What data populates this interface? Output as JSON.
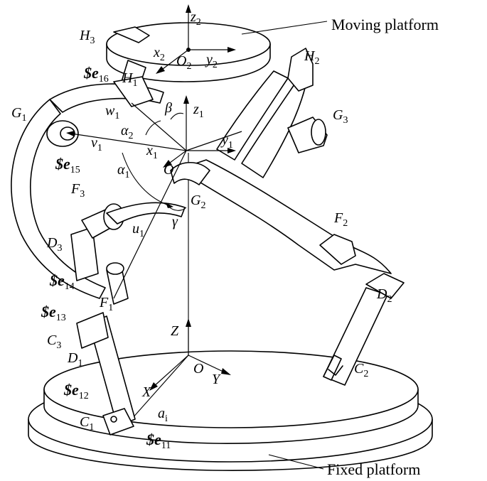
{
  "callouts": {
    "moving_platform": "Moving platform",
    "fixed_platform": "Fixed platform"
  },
  "labels": {
    "H1": {
      "main": "H",
      "sub": "1"
    },
    "H2": {
      "main": "H",
      "sub": "2"
    },
    "H3": {
      "main": "H",
      "sub": "3"
    },
    "G1": {
      "main": "G",
      "sub": "1"
    },
    "G2": {
      "main": "G",
      "sub": "2"
    },
    "G3": {
      "main": "G",
      "sub": "3"
    },
    "F1": {
      "main": "F",
      "sub": "1"
    },
    "F2": {
      "main": "F",
      "sub": "2"
    },
    "F3": {
      "main": "F",
      "sub": "3"
    },
    "D1": {
      "main": "D",
      "sub": "1"
    },
    "D2": {
      "main": "D",
      "sub": "2"
    },
    "D3": {
      "main": "D",
      "sub": "3"
    },
    "C1": {
      "main": "C",
      "sub": "1"
    },
    "C2": {
      "main": "C",
      "sub": "2"
    },
    "C3": {
      "main": "C",
      "sub": "3"
    },
    "O2": {
      "main": "O",
      "sub": "2"
    },
    "O1": {
      "main": "O",
      "sub": ""
    },
    "O": {
      "main": "O",
      "sub": ""
    },
    "x2": {
      "main": "x",
      "sub": "2"
    },
    "y2": {
      "main": "y",
      "sub": "2"
    },
    "z2": {
      "main": "z",
      "sub": "2"
    },
    "x1": {
      "main": "x",
      "sub": "1"
    },
    "y1": {
      "main": "y",
      "sub": "1"
    },
    "z1": {
      "main": "z",
      "sub": "1"
    },
    "v1": {
      "main": "v",
      "sub": "1"
    },
    "w1": {
      "main": "w",
      "sub": "1"
    },
    "u1": {
      "main": "u",
      "sub": "1"
    },
    "X": {
      "main": "X",
      "sub": ""
    },
    "Y": {
      "main": "Y",
      "sub": ""
    },
    "Z": {
      "main": "Z",
      "sub": ""
    },
    "ai": {
      "main": "a",
      "sub": "i"
    },
    "alpha1": {
      "main": "α",
      "sub": "1"
    },
    "alpha2": {
      "main": "α",
      "sub": "2"
    },
    "beta": {
      "main": "β",
      "sub": ""
    },
    "gamma": {
      "main": "γ",
      "sub": ""
    }
  },
  "screws": {
    "e11": {
      "main": "$e",
      "sub": "11"
    },
    "e12": {
      "main": "$e",
      "sub": "12"
    },
    "e13": {
      "main": "$e",
      "sub": "13"
    },
    "e14": {
      "main": "$e",
      "sub": "14"
    },
    "e15": {
      "main": "$e",
      "sub": "15"
    },
    "e16": {
      "main": "$e",
      "sub": "16"
    }
  }
}
